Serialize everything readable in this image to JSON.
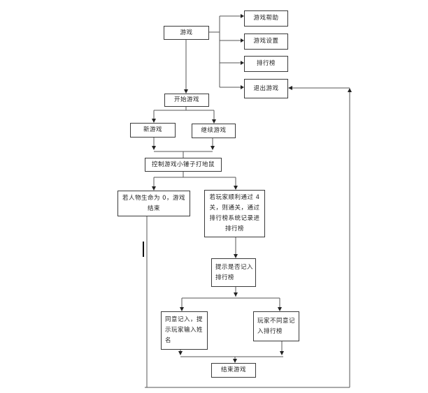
{
  "diagram": {
    "type": "flowchart",
    "nodes": {
      "game": "游戏",
      "help": "游戏帮助",
      "settings": "游戏设置",
      "leaderboard": "排行榜",
      "exit": "退出游戏",
      "start": "开始游戏",
      "new_game": "新游戏",
      "continue_game": "继续游戏",
      "control": "控制游戏小锤子打地鼠",
      "life_zero": "若人物生命为 0，游戏结束",
      "pass_levels": "若玩家顺利通过 4 关，则通关，通过排行榜系统记录进排行榜",
      "prompt_record": "提示是否记入排行榜",
      "agree": "同意记入，提示玩家输入姓名",
      "disagree": "玩家不同意记入排行榜",
      "end_game": "结束游戏"
    },
    "edges": [
      [
        "game",
        "help"
      ],
      [
        "game",
        "settings"
      ],
      [
        "game",
        "leaderboard"
      ],
      [
        "game",
        "exit"
      ],
      [
        "game",
        "start"
      ],
      [
        "start",
        "new_game"
      ],
      [
        "start",
        "continue_game"
      ],
      [
        "new_game",
        "control"
      ],
      [
        "continue_game",
        "control"
      ],
      [
        "control",
        "life_zero"
      ],
      [
        "control",
        "pass_levels"
      ],
      [
        "pass_levels",
        "prompt_record"
      ],
      [
        "prompt_record",
        "agree"
      ],
      [
        "prompt_record",
        "disagree"
      ],
      [
        "agree",
        "end_game"
      ],
      [
        "disagree",
        "end_game"
      ],
      [
        "life_zero",
        "exit"
      ]
    ]
  }
}
